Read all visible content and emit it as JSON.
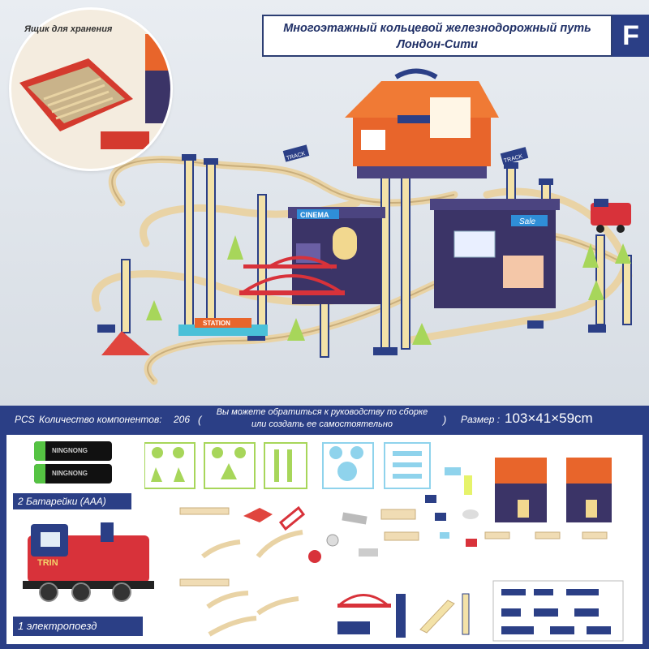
{
  "header": {
    "title_line1": "Многоэтажный кольцевой железнодорожный путь",
    "title_line2": "Лондон-Сити",
    "letter": "F"
  },
  "storage": {
    "label": "Ящик для хранения"
  },
  "scene_signs": {
    "track_left": "TRACK",
    "track_right": "TRACK",
    "station": "STATION",
    "cinema": "CINEMA",
    "sale": "Sale"
  },
  "info": {
    "pcs": "PCS",
    "components_label": "Количество компонентов:",
    "components_value": "206",
    "note_open": "(",
    "note_line1": "Вы можете обратиться к руководству по сборке",
    "note_line2": "или создать ее самостоятельно",
    "note_close": ")",
    "size_label": "Размер :",
    "size_value": "103×41×59cm"
  },
  "contents": {
    "batteries_label": "2 Батарейки (AAA)",
    "battery_brand": "NINGNONG",
    "train_label": "1 электропоезд",
    "train_text": "TRIN"
  },
  "colors": {
    "navy": "#2b3f86",
    "roof_orange": "#e8652b",
    "building_purple": "#3b3467",
    "track_cream": "#f0dcb4",
    "bridge_red": "#d8323a",
    "tree_green": "#a7d65a"
  }
}
